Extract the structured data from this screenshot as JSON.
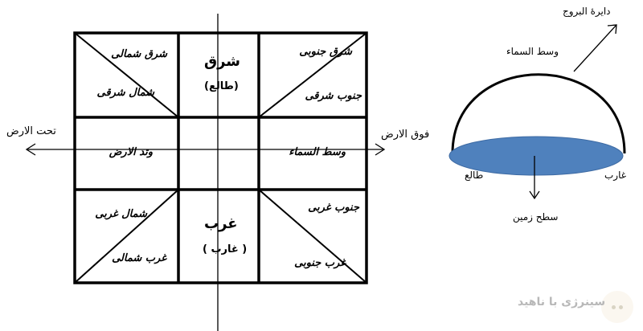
{
  "grid": {
    "top_left_upper": "شرق شمالی",
    "top_left_lower": "شمال شرقی",
    "top_center_title": "شرق",
    "top_center_sub": "(طالع)",
    "top_right_upper": "شرق جنوبی",
    "top_right_lower": "جنوب شرقی",
    "middle_left": "وتد الارض",
    "middle_right": "وسط السماء",
    "bottom_left_upper": "شمال غربی",
    "bottom_left_lower": "غرب شمالی",
    "bottom_center_title": "غرب",
    "bottom_center_sub": "( غارب )",
    "bottom_right_upper": "جنوب غربی",
    "bottom_right_lower": "غرب جنوبی"
  },
  "axes": {
    "left_label": "تحت الارض",
    "right_label": "فوق الارض"
  },
  "dome": {
    "ecliptic_label": "دایرهٔ البروج",
    "midheaven_label": "وسط السماء",
    "rising_label": "طالع",
    "setting_label": "غارب",
    "surface_label": "سطح زمین",
    "surface_color": "#4f81bd"
  },
  "watermark": {
    "text": "سینرژی با ناهید"
  }
}
